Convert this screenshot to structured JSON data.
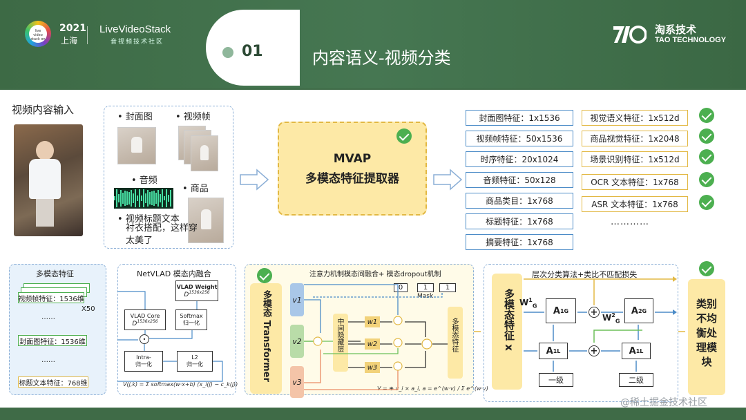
{
  "header": {
    "event_year": "2021",
    "event_city": "上海",
    "event_logo_text": "live video stack on",
    "brand": "LiveVideoStack",
    "brand_sub": "音视频技术社区",
    "section_number": "01",
    "title": "内容语义-视频分类",
    "company_cn": "淘系技术",
    "company_en": "TAO TECHNOLOGY"
  },
  "input": {
    "title": "视频内容输入",
    "items": [
      "• 封面图",
      "• 视频帧",
      "• 音频",
      "• 商品"
    ],
    "caption_label": "• 视频标题文本",
    "caption_text": [
      "衬衣搭配，这样穿",
      "太美了"
    ]
  },
  "extractor": {
    "line1": "MVAP",
    "line2": "多模态特征提取器"
  },
  "features_left": [
    "封面图特征：1x1536",
    "视频帧特征：50x1536",
    "时序特征：20x1024",
    "音频特征：50x128",
    "商品类目：1x768",
    "标题特征：1x768",
    "摘要特征：1x768"
  ],
  "features_right": [
    "视觉语义特征：1x512d",
    "商品视觉特征：1x2048",
    "场景识别特征：1x512d",
    "OCR 文本特征：1x768",
    "ASR 文本特征：1x768"
  ],
  "features_ellipsis": "…………",
  "bottom": {
    "multimodal": {
      "title": "多模态特征",
      "frame_feat": "视频帧特征：1536维",
      "x50": "X50",
      "dots1": "……",
      "cover_feat": "封面图特征：1536维",
      "dots2": "……",
      "title_feat": "标题文本特征：768维"
    },
    "netvlad": {
      "title": "NetVLAD 模态内融合",
      "vlad_weight": "VLAD Weight",
      "vlad_weight_sub": "D",
      "vlad_weight_sup": "1536x256",
      "vlad_core": "VLAD Core",
      "vlad_core_sub": "D",
      "vlad_core_sup": "1536x256",
      "softmax": "Softmax",
      "softmax_sub": "归一化",
      "intra": "Intra-",
      "intra_sub": "归一化",
      "l2": "L2",
      "l2_sub": "归一化",
      "formula": "V(j,k) = Σ softmax(w·x+b) (x_i(j) − c_k(j))"
    },
    "transformer": {
      "title": "注意力机制模态间融合+ 模态dropout机制",
      "label": "多模态 Transformer",
      "v1": "v1",
      "v2": "v2",
      "v3": "v3",
      "mask_vals": [
        "0",
        "1",
        "1"
      ],
      "mask_label": "Mask",
      "hidden": "中间隐藏层",
      "w1": "w1",
      "w2": "w2",
      "w3": "w3",
      "out": "多模态特征",
      "formula": "V = ⊕ v_i × a_i, a = e^(w·v) / Σ e^(w·v)"
    },
    "hier": {
      "title": "层次分类算法+类比不匹配损失",
      "input_label": "多模态特征 x",
      "wg1": "W",
      "wg1_sup": "1",
      "wg1_sub": "G",
      "ag1": "A",
      "ag1_sup": "1",
      "ag1_sub": "G",
      "wg2": "W",
      "wg2_sup": "2",
      "wg2_sub": "G",
      "ag2": "A",
      "ag2_sup": "2",
      "ag2_sub": "G",
      "al1": "A",
      "al1_sup": "1",
      "al1_sub": "L",
      "al2": "A",
      "al2_sup": "1",
      "al2_sub": "L",
      "level1": "一级",
      "level2": "二级",
      "plus": "+"
    },
    "imbalance": "类别不均衡处理模块"
  },
  "watermark": "@稀土掘金技术社区",
  "colors": {
    "header_bg": "#3f6b47",
    "blue_border": "#4b8bc7",
    "yellow_border": "#e2b843",
    "check_green": "#4caf50",
    "yellow_fill": "#fde9a6"
  }
}
